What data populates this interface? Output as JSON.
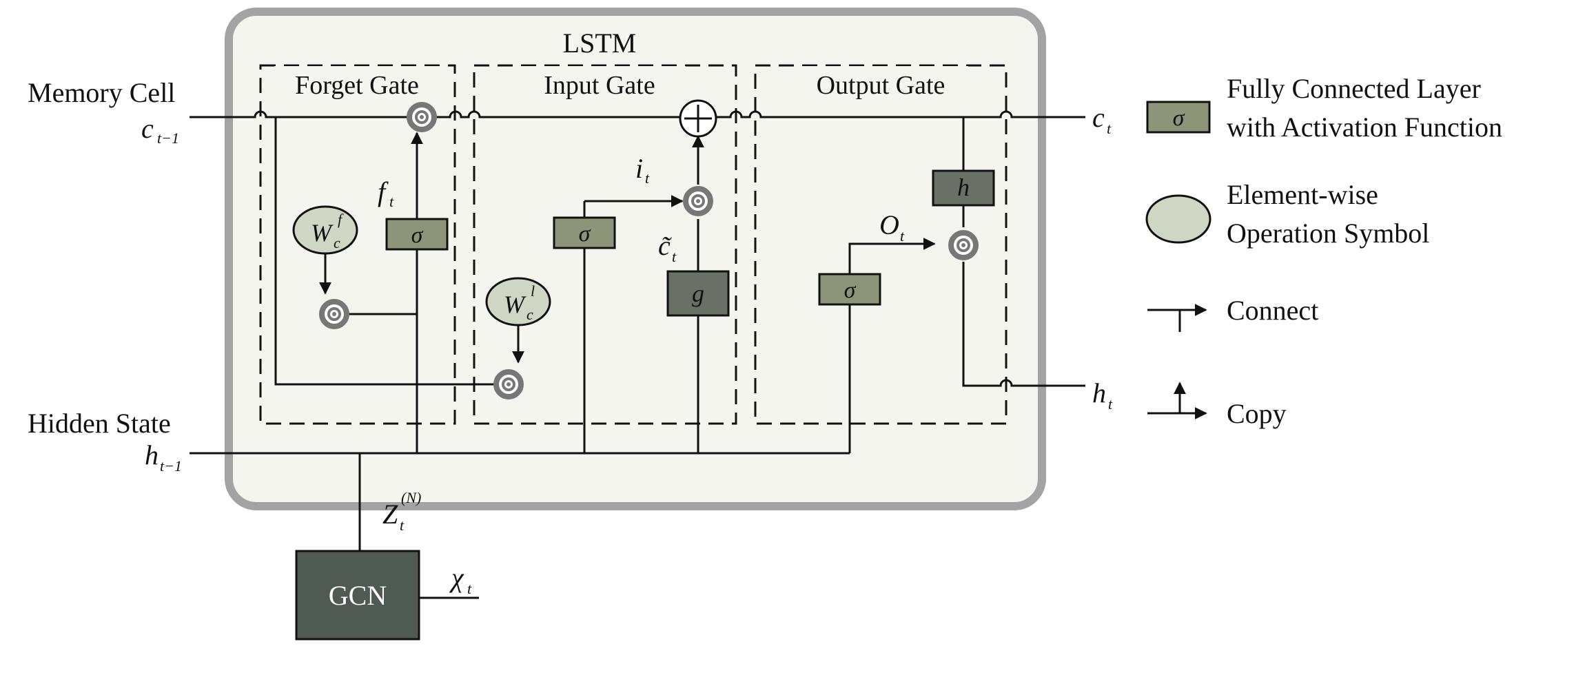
{
  "diagram": {
    "lstm_title": "LSTM",
    "forget_gate": "Forget Gate",
    "input_gate": "Input Gate",
    "output_gate": "Output Gate",
    "memory_cell": "Memory Cell",
    "hidden_state": "Hidden State",
    "c_prev": {
      "base": "c",
      "sub": "t−1"
    },
    "h_prev": {
      "base": "h",
      "sub": "t−1"
    },
    "c_t": {
      "base": "c",
      "sub": "t"
    },
    "h_t": {
      "base": "h",
      "sub": "t"
    },
    "f_t": {
      "base": "f",
      "sub": "t"
    },
    "i_t": {
      "base": "i",
      "sub": "t"
    },
    "ctilde_t": {
      "base": "c̃",
      "sub": "t"
    },
    "o_t": {
      "base": "O",
      "sub": "t"
    },
    "wcf": {
      "base": "W",
      "sub": "c",
      "sup": "f"
    },
    "wci": {
      "base": "W",
      "sub": "c",
      "sup": "l"
    },
    "z_t": {
      "base": "Z",
      "sub": "t",
      "sup": "(N)"
    },
    "x_t": {
      "base": "χ",
      "sub": "t"
    },
    "sigma": "σ",
    "g": "g",
    "h": "h",
    "gcn": "GCN"
  },
  "legend": {
    "fc_line1": "Fully Connected Layer",
    "fc_line2": "with Activation Function",
    "ew_line1": "Element-wise",
    "ew_line2": "Operation Symbol",
    "connect": "Connect",
    "copy": "Copy"
  },
  "colors": {
    "lstm_fill": "#f5f5ef",
    "lstm_border": "#a3a3a3",
    "fc_box": "#8e9478",
    "dark_box": "#6b7066",
    "gcn_box": "#4e5a52",
    "ellipse": "#cfd6c3"
  }
}
